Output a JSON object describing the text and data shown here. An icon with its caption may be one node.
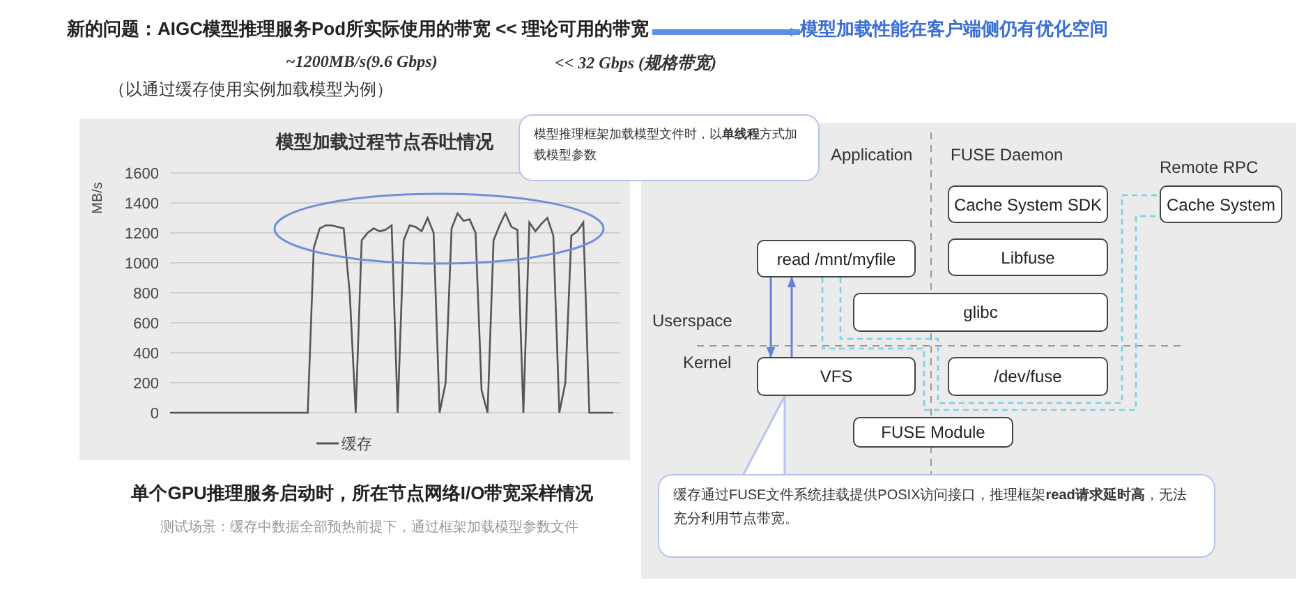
{
  "diagram": {
    "nodes": [
      {
        "text": [
          "新的问题：AIGC模型推理服务Pod所实际使用的带宽 << 理论可用的带宽"
        ]
      },
      {
        "text": [
          "模型加载性能在客户端侧仍有优化空间"
        ]
      },
      {
        "text": [
          "模型推理框架加载模型文件时，以**单线程**方式加载模型参数"
        ]
      },
      {
        "text": [
          "Cache System SDK"
        ]
      },
      {
        "text": [
          "Cache System"
        ]
      },
      {
        "text": [
          "read /mnt/myfile"
        ]
      },
      {
        "text": [
          "Libfuse"
        ]
      },
      {
        "text": [
          "glibc"
        ]
      },
      {
        "text": [
          "VFS"
        ]
      },
      {
        "text": [
          "/dev/fuse"
        ]
      },
      {
        "text": [
          "FUSE Module"
        ]
      },
      {
        "text": [
          "缓存通过FUSE文件系统挂载提供POSIX访问接口，推理框架**read请求延时高**，无法充分利用节点带宽。"
        ]
      }
    ],
    "edges": [
      {
        "from": 0,
        "to": 1,
        "arrow": "to",
        "style": "thick",
        "color": "#5b8ee6"
      },
      {
        "from": 5,
        "to": 8,
        "arrow": "to",
        "color": "#6b7fd7"
      },
      {
        "from": 8,
        "to": 5,
        "arrow": "to",
        "color": "#6b7fd7"
      },
      {
        "from": 5,
        "to": 4,
        "arrow": "none",
        "style": "dashed",
        "color": "#7fcde6"
      },
      {
        "from": 5,
        "to": 4,
        "arrow": "none",
        "style": "dashed",
        "color": "#7fcde6"
      },
      {
        "from": 11,
        "to": 8,
        "arrow": "none",
        "color": "#b8c4ee"
      }
    ],
    "labels": [
      "~1200MB/s(9.6 Gbps)",
      "<< 32 Gbps (规格带宽)",
      "（以通过缓存使用实例加载模型为例）",
      "Application",
      "FUSE Daemon",
      "Remote RPC",
      "Userspace",
      "Kernel",
      "单个GPU推理服务启动时，所在节点网络I/O带宽采样情况",
      "测试场景：缓存中数据全部预热前提下，通过框架加载模型参数文件"
    ],
    "chart_data": {
      "type": "line",
      "grid": true,
      "title": "模型加载过程节点吞吐情况",
      "ylabel": "MB/s",
      "ylim": [
        0,
        1600
      ],
      "yticks": [
        0,
        200,
        400,
        600,
        800,
        1000,
        1200,
        1400,
        1600
      ],
      "series": [
        {
          "name": "缓存",
          "color": "#555555",
          "values": [
            0,
            0,
            0,
            0,
            0,
            0,
            0,
            0,
            0,
            0,
            0,
            0,
            0,
            0,
            0,
            0,
            0,
            0,
            0,
            0,
            0,
            0,
            0,
            0,
            1100,
            1230,
            1250,
            1250,
            1240,
            1230,
            800,
            0,
            1150,
            1200,
            1230,
            1210,
            1220,
            1250,
            0,
            1150,
            1250,
            1240,
            1210,
            1300,
            1200,
            0,
            200,
            1230,
            1330,
            1280,
            1290,
            1200,
            150,
            0,
            1150,
            1250,
            1330,
            1240,
            1220,
            0,
            1270,
            1210,
            1260,
            1300,
            1180,
            0,
            200,
            1180,
            1210,
            1270,
            0,
            0,
            0,
            0,
            0
          ]
        }
      ]
    }
  }
}
